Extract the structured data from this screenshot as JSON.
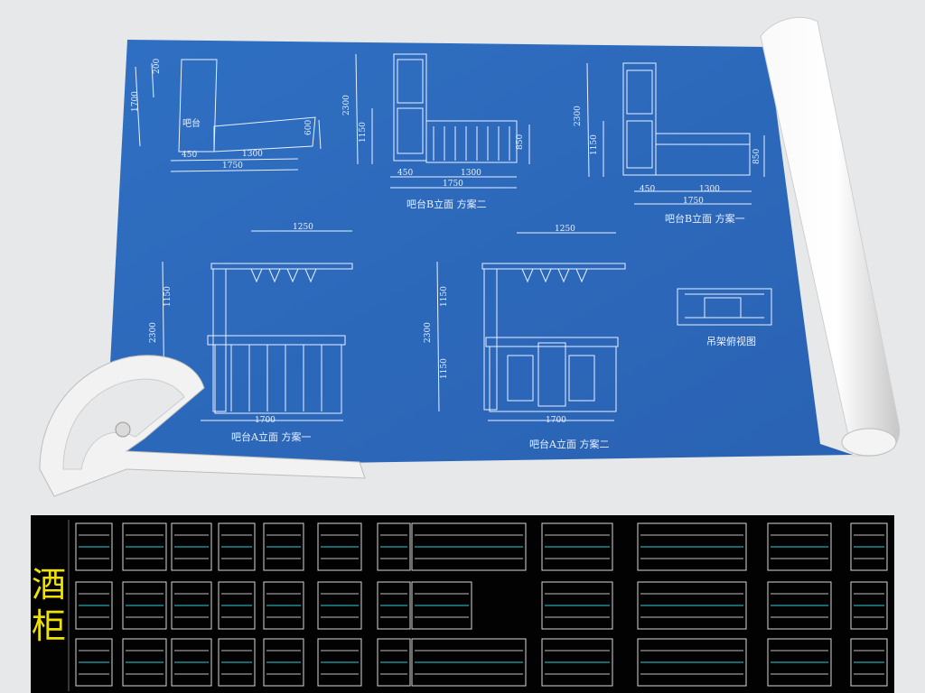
{
  "blueprint": {
    "top_left": {
      "dims": [
        "200",
        "1700",
        "450",
        "1300",
        "1750",
        "600"
      ],
      "label": "吧台"
    },
    "b2": {
      "dims": [
        "2300",
        "1150",
        "450",
        "1300",
        "1750",
        "850"
      ],
      "caption": "吧台B立面    方案二"
    },
    "b1": {
      "dims": [
        "2300",
        "1150",
        "450",
        "1300",
        "1750",
        "850"
      ],
      "caption": "吧台B立面    方案一"
    },
    "a1": {
      "dims": [
        "1250",
        "1150",
        "2300",
        "1700"
      ],
      "caption": "吧台A立面    方案一"
    },
    "a2": {
      "dims": [
        "1250",
        "1150",
        "2300",
        "1150",
        "1700"
      ],
      "caption": "吧台A立面    方案二"
    },
    "plan_caption": "吊架俯视图"
  },
  "thumbnails_title": "酒柜",
  "colors": {
    "paper": "#2d6bbd",
    "line": "#e9f1ff",
    "background": "#e7e8ea",
    "strip": "#020202",
    "title": "#f0e200",
    "cyan": "#2fd0d8"
  }
}
